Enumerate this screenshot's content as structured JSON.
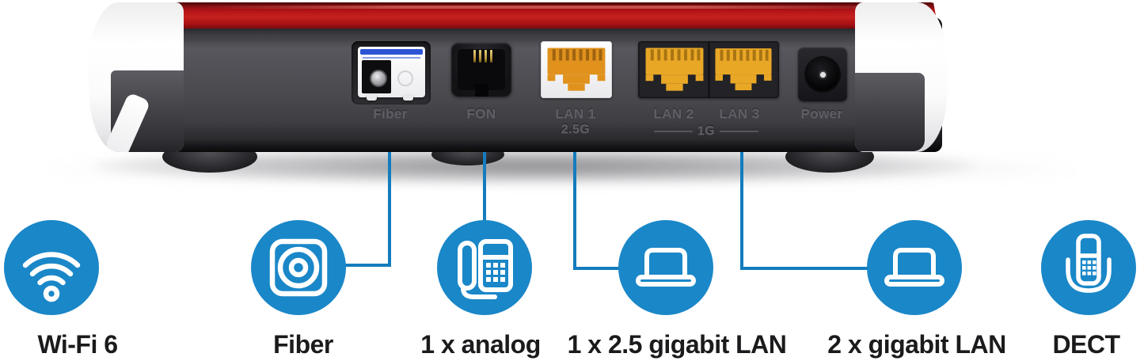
{
  "colors": {
    "accent_blue": "#1a87c8",
    "callout_line_blue": "#137cbd",
    "router_red": "#c6201f",
    "router_body_gray": "#47474c",
    "port_label_gray": "#5e5e66",
    "lan1_orange": "#e0921d",
    "lan_gold": "#e9a726",
    "caption_black": "#1b1b1d"
  },
  "router": {
    "ports": [
      {
        "id": "fiber",
        "label": "Fiber"
      },
      {
        "id": "fon",
        "label": "FON"
      },
      {
        "id": "lan1",
        "label": "LAN 1",
        "sublabel": "2.5G"
      },
      {
        "id": "lan2",
        "label": "LAN 2"
      },
      {
        "id": "lan3",
        "label": "LAN 3"
      },
      {
        "id": "power",
        "label": "Power"
      }
    ],
    "lan_group_label": "1G"
  },
  "features": [
    {
      "id": "wifi",
      "icon": "wifi-icon",
      "label": "Wi-Fi 6"
    },
    {
      "id": "fiber",
      "icon": "fiber-socket-icon",
      "label": "Fiber"
    },
    {
      "id": "analog",
      "icon": "desk-phone-icon",
      "label": "1 x analog"
    },
    {
      "id": "lan25g",
      "icon": "laptop-icon",
      "label": "1 x 2.5 gigabit LAN"
    },
    {
      "id": "lan1g",
      "icon": "laptop-icon",
      "label": "2 x gigabit LAN"
    },
    {
      "id": "dect",
      "icon": "dect-handset-icon",
      "label": "DECT"
    }
  ]
}
